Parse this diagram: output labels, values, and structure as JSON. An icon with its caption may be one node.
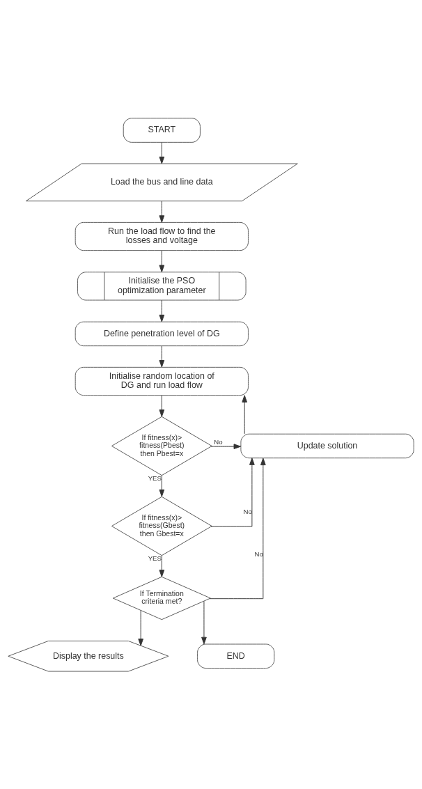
{
  "diagram": {
    "nodes": [
      {
        "text": [
          "START"
        ]
      },
      {
        "text": [
          "Load the bus and line data"
        ]
      },
      {
        "text": [
          "Run the load flow to find the losses and voltage"
        ]
      },
      {
        "text": [
          "Initialise the PSO optimization parameter"
        ]
      },
      {
        "text": [
          "Define penetration level of DG"
        ]
      },
      {
        "text": [
          "Initialise random location of DG and run load flow"
        ]
      },
      {
        "text": [
          "If fitness(x)> fitness(Pbest) then Pbest=x"
        ]
      },
      {
        "text": [
          "Update solution"
        ]
      },
      {
        "text": [
          "If fitness(x)> fitness(Gbest) then Gbest=x"
        ]
      },
      {
        "text": [
          "If Termination criteria met?"
        ]
      },
      {
        "text": [
          "Display the results"
        ]
      },
      {
        "text": [
          "END"
        ]
      }
    ],
    "edges": [
      {
        "from": 0,
        "to": 1,
        "arrow": "to"
      },
      {
        "from": 1,
        "to": 2,
        "arrow": "to"
      },
      {
        "from": 2,
        "to": 3,
        "arrow": "to"
      },
      {
        "from": 3,
        "to": 4,
        "arrow": "to"
      },
      {
        "from": 4,
        "to": 5,
        "arrow": "to"
      },
      {
        "from": 5,
        "to": 6,
        "arrow": "to"
      },
      {
        "from": 6,
        "to": 7,
        "arrow": "to",
        "label": "No"
      },
      {
        "from": 7,
        "to": 5,
        "arrow": "to"
      },
      {
        "from": 6,
        "to": 8,
        "arrow": "to",
        "label": "YES"
      },
      {
        "from": 8,
        "to": 7,
        "arrow": "to",
        "label": "No"
      },
      {
        "from": 8,
        "to": 9,
        "arrow": "to",
        "label": "YES"
      },
      {
        "from": 9,
        "to": 7,
        "arrow": "to",
        "label": "No"
      },
      {
        "from": 9,
        "to": 10,
        "arrow": "to"
      },
      {
        "from": 9,
        "to": 11,
        "arrow": "to"
      }
    ]
  }
}
